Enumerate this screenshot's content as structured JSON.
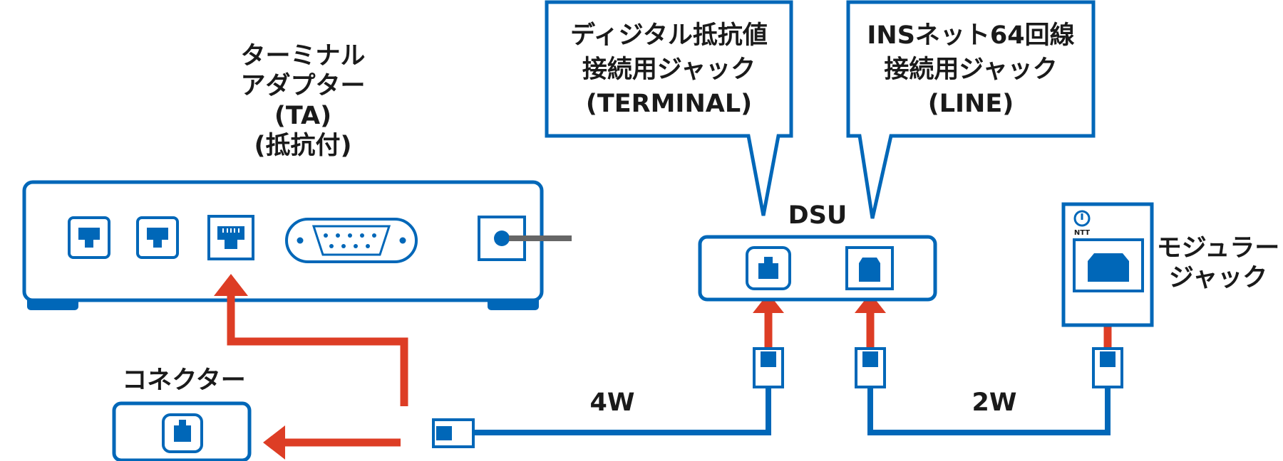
{
  "colors": {
    "blue": "#0067b8",
    "red": "#dd3d25",
    "gray": "#666666",
    "text": "#1a1a1a"
  },
  "labels": {
    "ta": [
      "ターミナル",
      "アダプター",
      "(TA)",
      "(抵抗付)"
    ],
    "dsu": "DSU",
    "connector": "コネクター",
    "modular": [
      "モジュラー",
      "ジャック"
    ],
    "cable_4w": "4W",
    "cable_2w": "2W",
    "ntt_logo": "NTT"
  },
  "callouts": {
    "terminal": [
      "ディジタル抵抗値",
      "接続用ジャック",
      "(TERMINAL)"
    ],
    "line": [
      "INSネット64回線",
      "接続用ジャック",
      "(LINE)"
    ]
  }
}
